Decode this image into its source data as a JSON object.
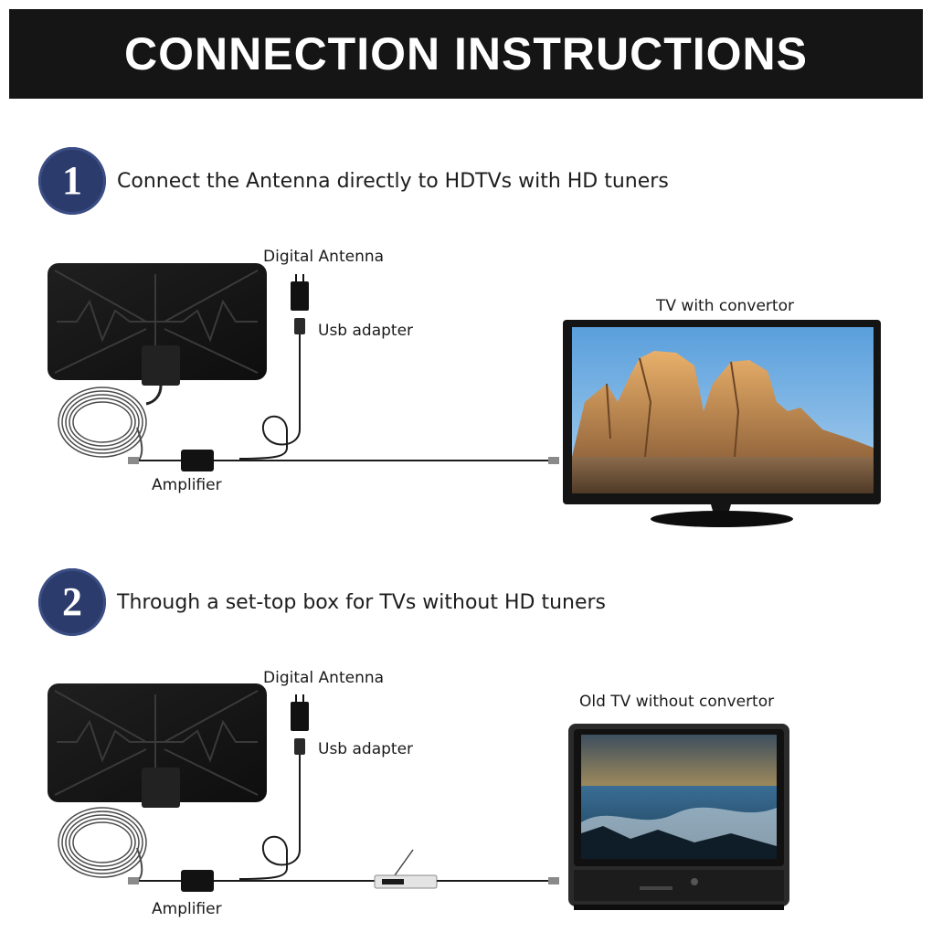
{
  "header": {
    "title": "CONNECTION INSTRUCTIONS"
  },
  "steps": [
    {
      "number": "1",
      "text": "Connect the Antenna directly to HDTVs with HD tuners",
      "labels": {
        "antenna": "Digital Antenna",
        "adapter": "Usb adapter",
        "amplifier": "Amplifier",
        "tv": "TV with convertor"
      }
    },
    {
      "number": "2",
      "text": "Through a set-top box for TVs without HD tuners",
      "labels": {
        "antenna": "Digital Antenna",
        "adapter": "Usb adapter",
        "amplifier": "Amplifier",
        "tv": "Old TV without convertor"
      }
    }
  ],
  "colors": {
    "header_bg": "#151515",
    "header_text": "#ffffff",
    "step_circle": "#2b3b6b",
    "device_black": "#141414"
  }
}
